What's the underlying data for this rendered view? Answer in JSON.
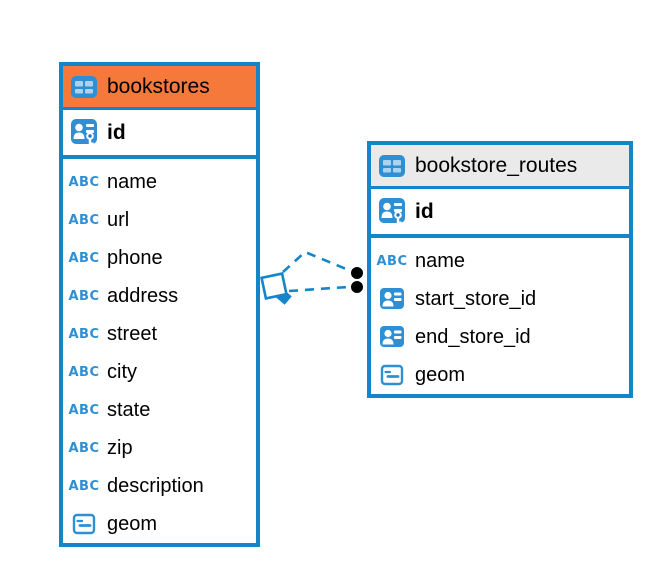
{
  "colors": {
    "border_blue": "#1385C8",
    "header_orange": "#F6793C",
    "header_gray": "#EAEAEA",
    "icon_blue": "#2E8FD3",
    "icon_cell_blue": "#ABD2EF",
    "icon_key_blue": "#2374BE",
    "connector_black": "#000000"
  },
  "text_type_label": "ABC",
  "tables": [
    {
      "name": "bookstores",
      "primary_key": "id",
      "columns": [
        {
          "name": "name",
          "type": "text"
        },
        {
          "name": "url",
          "type": "text"
        },
        {
          "name": "phone",
          "type": "text"
        },
        {
          "name": "address",
          "type": "text"
        },
        {
          "name": "street",
          "type": "text"
        },
        {
          "name": "city",
          "type": "text"
        },
        {
          "name": "state",
          "type": "text"
        },
        {
          "name": "zip",
          "type": "text"
        },
        {
          "name": "description",
          "type": "text"
        },
        {
          "name": "geom",
          "type": "geometry"
        }
      ]
    },
    {
      "name": "bookstore_routes",
      "primary_key": "id",
      "columns": [
        {
          "name": "name",
          "type": "text"
        },
        {
          "name": "start_store_id",
          "type": "reference"
        },
        {
          "name": "end_store_id",
          "type": "reference"
        },
        {
          "name": "geom",
          "type": "geometry"
        }
      ]
    }
  ]
}
